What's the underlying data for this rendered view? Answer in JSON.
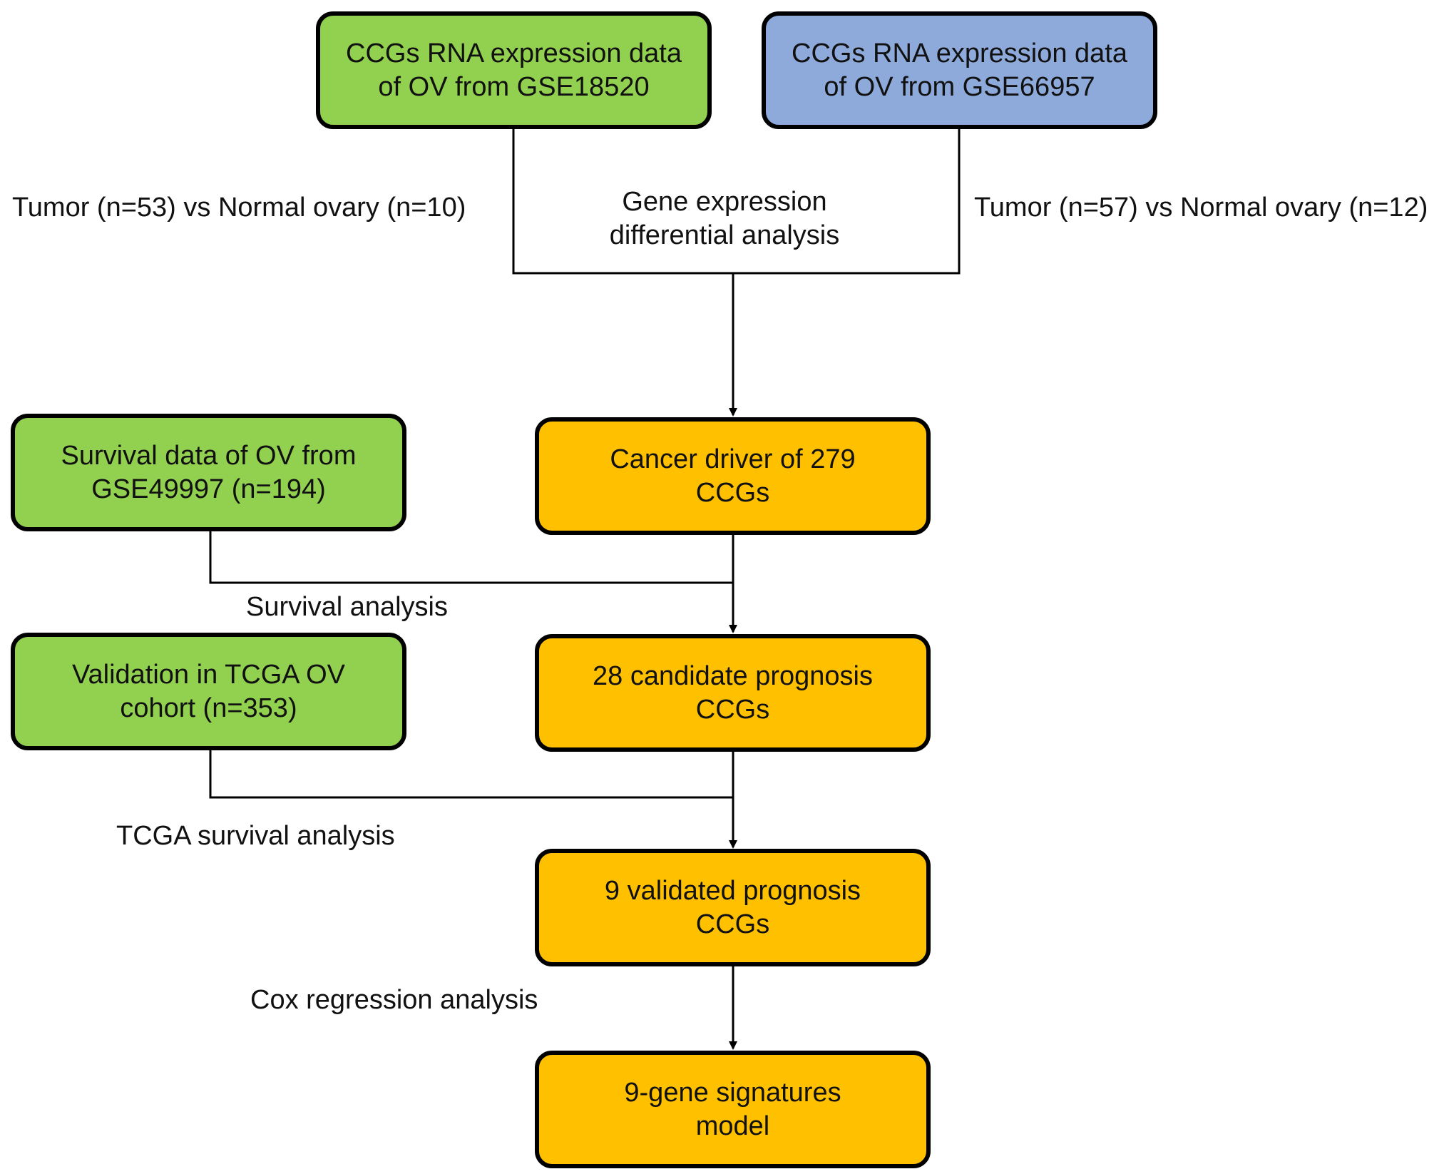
{
  "colors": {
    "green": "#92d050",
    "blue": "#8eaadb",
    "orange": "#ffc000",
    "line": "#000000"
  },
  "boxes": {
    "gse18520": {
      "line1": "CCGs RNA expression data",
      "line2": "of OV from GSE18520"
    },
    "gse66957": {
      "line1": "CCGs RNA expression data",
      "line2": "of OV from GSE66957"
    },
    "survival_data": {
      "line1": "Survival data of OV from",
      "line2": "GSE49997 (n=194)"
    },
    "cancer_driver": {
      "line1": "Cancer driver of 279",
      "line2": "CCGs"
    },
    "validation": {
      "line1": "Validation in TCGA OV",
      "line2": "cohort (n=353)"
    },
    "candidate": {
      "line1": "28 candidate prognosis",
      "line2": "CCGs"
    },
    "validated": {
      "line1": "9 validated prognosis",
      "line2": "CCGs"
    },
    "signature": {
      "line1": "9-gene signatures",
      "line2": "model"
    }
  },
  "labels": {
    "left_comparison": "Tumor (n=53) vs Normal ovary (n=10)",
    "right_comparison": "Tumor (n=57) vs Normal ovary (n=12)",
    "differential_line1": "Gene expression",
    "differential_line2": "differential analysis",
    "survival_analysis": "Survival analysis",
    "tcga_survival_analysis": "TCGA survival analysis",
    "cox_regression": "Cox regression analysis"
  }
}
